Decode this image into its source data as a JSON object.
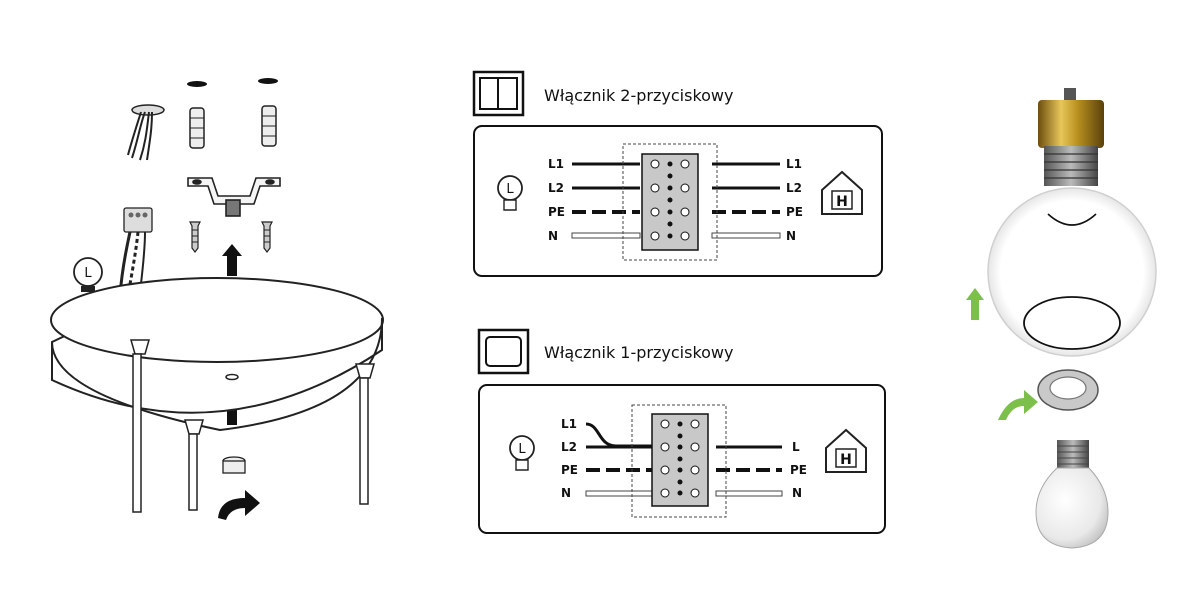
{
  "panel_top": {
    "title": "Włącznik 2-przyciskowy",
    "left_labels": [
      "L1",
      "L2",
      "PE",
      "N"
    ],
    "right_labels": [
      "L1",
      "L2",
      "PE",
      "N"
    ],
    "lamp_icon": "L",
    "house_icon": "H"
  },
  "panel_bottom": {
    "title": "Włącznik 1-przyciskowy",
    "left_labels": [
      "L1",
      "L2",
      "PE",
      "N"
    ],
    "right_labels": [
      "L",
      "PE",
      "N"
    ],
    "lamp_icon": "L",
    "house_icon": "H"
  },
  "left_assembly": {
    "lamp_icon": "L"
  },
  "colors": {
    "arrow_black": "#111111",
    "arrow_green": "#7cc04b",
    "terminal_gray": "#c8c8c8",
    "brass": "#c9a227"
  },
  "icons": [
    "double-switch-icon",
    "single-switch-icon",
    "lamp-icon",
    "house-icon",
    "up-arrow-icon",
    "curved-arrow-icon"
  ]
}
